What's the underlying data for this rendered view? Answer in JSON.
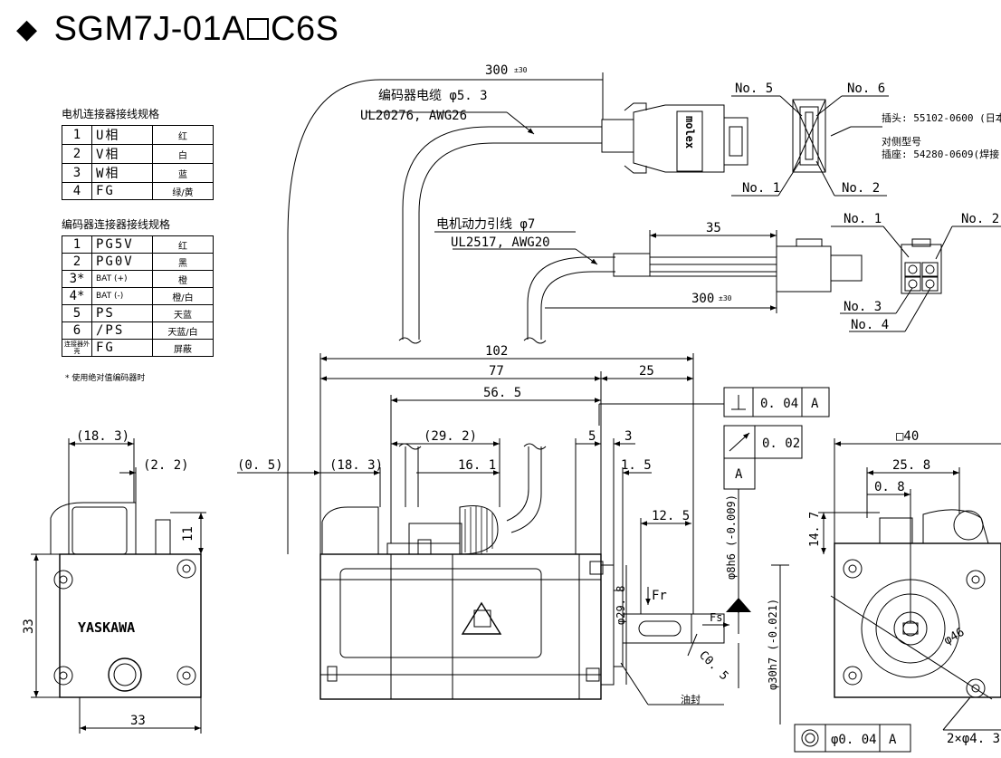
{
  "title": {
    "diamond": "◆",
    "model_prefix": "SGM7J-01A",
    "model_suffix": "C6S"
  },
  "motor_table": {
    "caption": "电机连接器接线规格",
    "rows": [
      {
        "no": "1",
        "signal": "U相",
        "color": "红"
      },
      {
        "no": "2",
        "signal": "V相",
        "color": "白"
      },
      {
        "no": "3",
        "signal": "W相",
        "color": "蓝"
      },
      {
        "no": "4",
        "signal": "FG",
        "color": "绿/黄"
      }
    ]
  },
  "encoder_table": {
    "caption": "编码器连接器接线规格",
    "rows": [
      {
        "no": "1",
        "signal": "PG5V",
        "color": "红"
      },
      {
        "no": "2",
        "signal": "PG0V",
        "color": "黑"
      },
      {
        "no": "3*",
        "signal": "BAT (+)",
        "color": "橙"
      },
      {
        "no": "4*",
        "signal": "BAT (-)",
        "color": "橙/白"
      },
      {
        "no": "5",
        "signal": "PS",
        "color": "天蓝"
      },
      {
        "no": "6",
        "signal": "/PS",
        "color": "天蓝/白"
      },
      {
        "no": "连接器外壳",
        "signal": "FG",
        "color": "屏蔽"
      }
    ],
    "note": "* 使用绝对值编码器时"
  },
  "labels": {
    "encoder_cable": "编码器电缆 φ5. 3",
    "encoder_cable_spec": "UL20276, AWG26",
    "power_cable": "电机动力引线 φ7",
    "power_cable_spec": "UL2517, AWG20",
    "plug": "插头: 55102-0600 (日本",
    "mating": "对侧型号",
    "socket": "插座: 54280-0609(焊接",
    "no5": "No. 5",
    "no6": "No. 6",
    "no1a": "No. 1",
    "no2a": "No. 2",
    "no1b": "No. 1",
    "no2b": "No. 2",
    "no3b": "No. 3",
    "no4b": "No. 4",
    "oil_seal": "油封",
    "fr": "Fr",
    "fs": "Fs",
    "molex": "molex",
    "brand": "YASKAWA"
  },
  "dims": {
    "d300a": "300",
    "d300a_tol": "±30",
    "d35": "35",
    "d300b": "300",
    "d300b_tol": "±30",
    "d102": "102",
    "d77": "77",
    "d25": "25",
    "d56_5": "56. 5",
    "d29_2": "(29. 2)",
    "d5": "5",
    "d3": "3",
    "d1_5": "1. 5",
    "d0_5": "(0. 5)",
    "d18_3b": "(18. 3)",
    "d16_1": "16. 1",
    "d18_3a": "(18. 3)",
    "d2_2": "(2. 2)",
    "d11": "11",
    "d33v": "33",
    "d33h": "33",
    "d12_5": "12. 5",
    "d8h6": "φ8h6 (-0.009)",
    "d29_8": "φ29. 8",
    "d30h7": "φ30h7 (-0.021)",
    "dc05": "C0. 5",
    "dsq40": "□40",
    "d25_8": "25. 8",
    "d0_8": "0. 8",
    "d14_7": "14. 7",
    "d46": "φ46",
    "dholes": "2×φ4. 3"
  },
  "tolerances": {
    "perp_value": "0. 04",
    "perp_datum": "A",
    "runout_value": "0. 02",
    "runout_datum": "A",
    "conc_value": "φ0. 04",
    "conc_datum": "A"
  }
}
